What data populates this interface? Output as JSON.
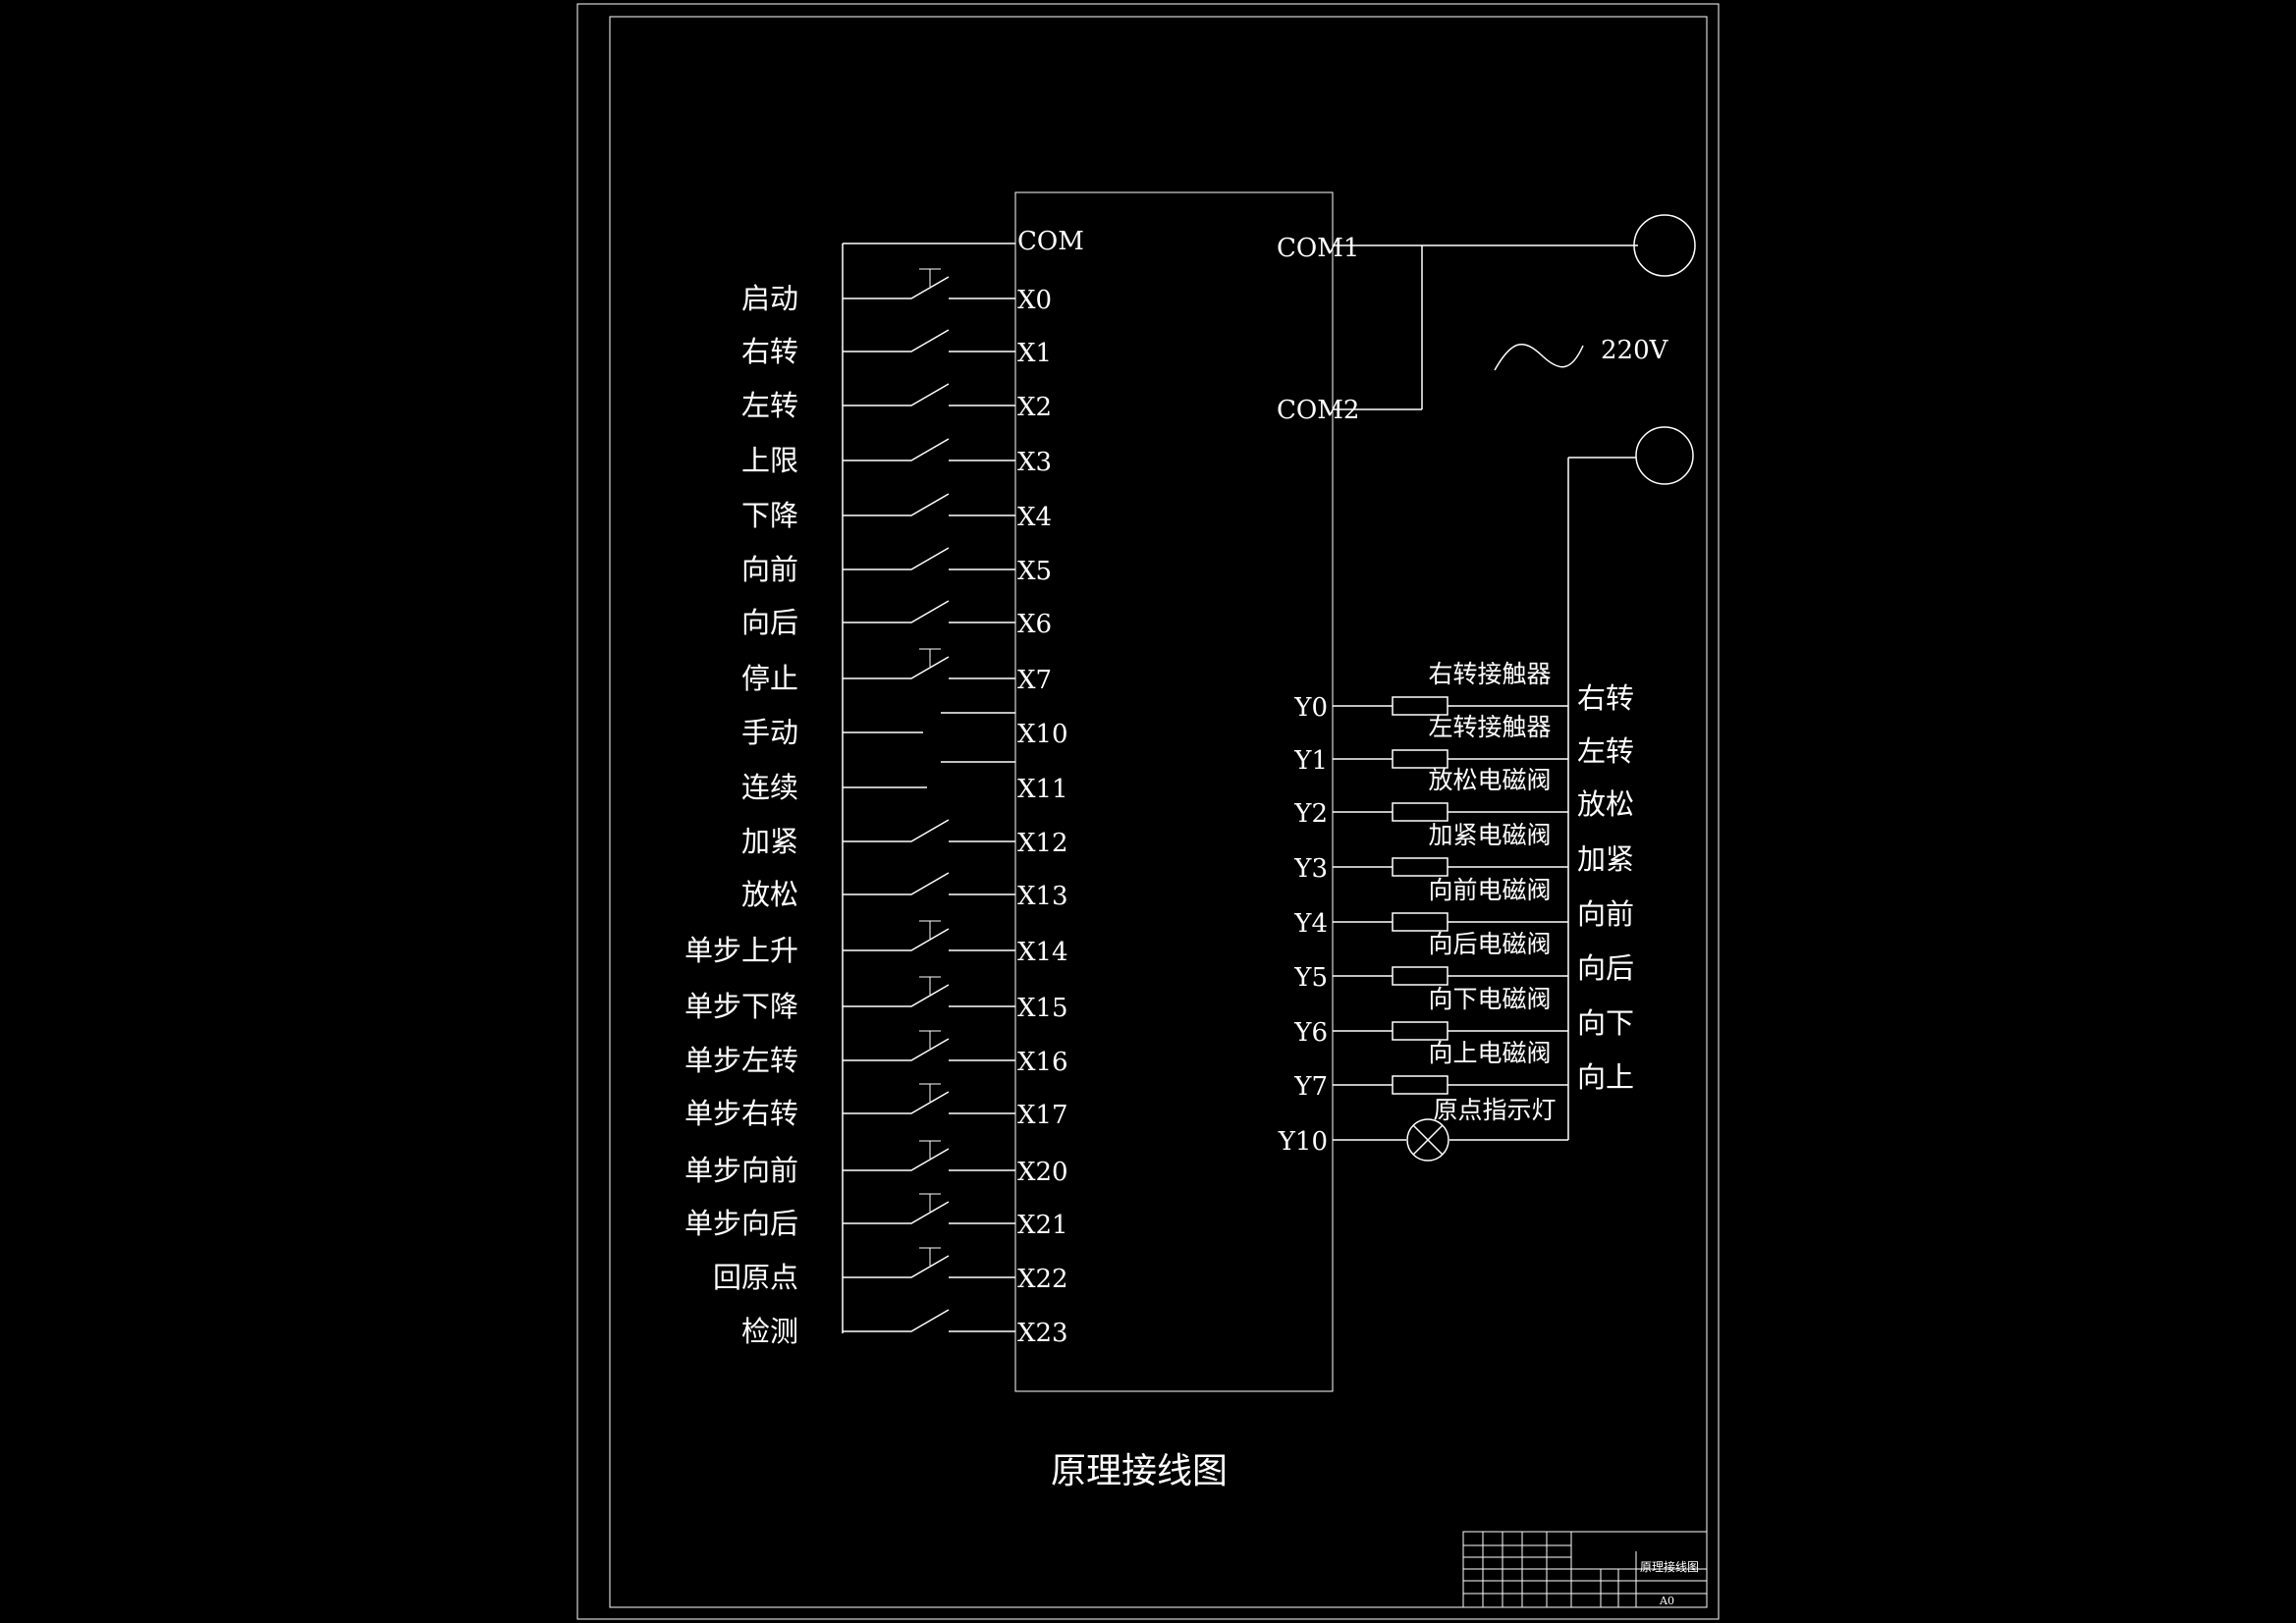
{
  "title": "原理接线图",
  "plc": {
    "com": "COM",
    "com1": "COM1",
    "com2": "COM2"
  },
  "supply": {
    "voltage": "220V"
  },
  "inputs": [
    {
      "label": "启动",
      "terminal": "X0",
      "type": "pushbutton"
    },
    {
      "label": "右转",
      "terminal": "X1",
      "type": "switch"
    },
    {
      "label": "左转",
      "terminal": "X2",
      "type": "switch"
    },
    {
      "label": "上限",
      "terminal": "X3",
      "type": "switch"
    },
    {
      "label": "下降",
      "terminal": "X4",
      "type": "switch"
    },
    {
      "label": "向前",
      "terminal": "X5",
      "type": "switch"
    },
    {
      "label": "向后",
      "terminal": "X6",
      "type": "switch"
    },
    {
      "label": "停止",
      "terminal": "X7",
      "type": "pushbutton"
    },
    {
      "label": "手动",
      "terminal": "X10",
      "type": "selector-a"
    },
    {
      "label": "连续",
      "terminal": "X11",
      "type": "selector-b"
    },
    {
      "label": "加紧",
      "terminal": "X12",
      "type": "switch"
    },
    {
      "label": "放松",
      "terminal": "X13",
      "type": "switch"
    },
    {
      "label": "单步上升",
      "terminal": "X14",
      "type": "pushbutton"
    },
    {
      "label": "单步下降",
      "terminal": "X15",
      "type": "pushbutton"
    },
    {
      "label": "单步左转",
      "terminal": "X16",
      "type": "pushbutton"
    },
    {
      "label": "单步右转",
      "terminal": "X17",
      "type": "pushbutton"
    },
    {
      "label": "单步向前",
      "terminal": "X20",
      "type": "pushbutton"
    },
    {
      "label": "单步向后",
      "terminal": "X21",
      "type": "pushbutton"
    },
    {
      "label": "回原点",
      "terminal": "X22",
      "type": "pushbutton"
    },
    {
      "label": "检测",
      "terminal": "X23",
      "type": "switch"
    }
  ],
  "outputs": [
    {
      "terminal": "Y0",
      "device": "右转接触器",
      "label": "右转",
      "type": "coil"
    },
    {
      "terminal": "Y1",
      "device": "左转接触器",
      "label": "左转",
      "type": "coil"
    },
    {
      "terminal": "Y2",
      "device": "放松电磁阀",
      "label": "放松",
      "type": "coil"
    },
    {
      "terminal": "Y3",
      "device": "加紧电磁阀",
      "label": "加紧",
      "type": "coil"
    },
    {
      "terminal": "Y4",
      "device": "向前电磁阀",
      "label": "向前",
      "type": "coil"
    },
    {
      "terminal": "Y5",
      "device": "向后电磁阀",
      "label": "向后",
      "type": "coil"
    },
    {
      "terminal": "Y6",
      "device": "向下电磁阀",
      "label": "向下",
      "type": "coil"
    },
    {
      "terminal": "Y7",
      "device": "向上电磁阀",
      "label": "向上",
      "type": "coil"
    },
    {
      "terminal": "Y10",
      "device": "原点指示灯",
      "label": "",
      "type": "lamp"
    }
  ],
  "title_block": {
    "drawing_name": "原理接线图",
    "size": "A0"
  },
  "colors": {
    "background": "#000000",
    "line": "#ffffff"
  }
}
